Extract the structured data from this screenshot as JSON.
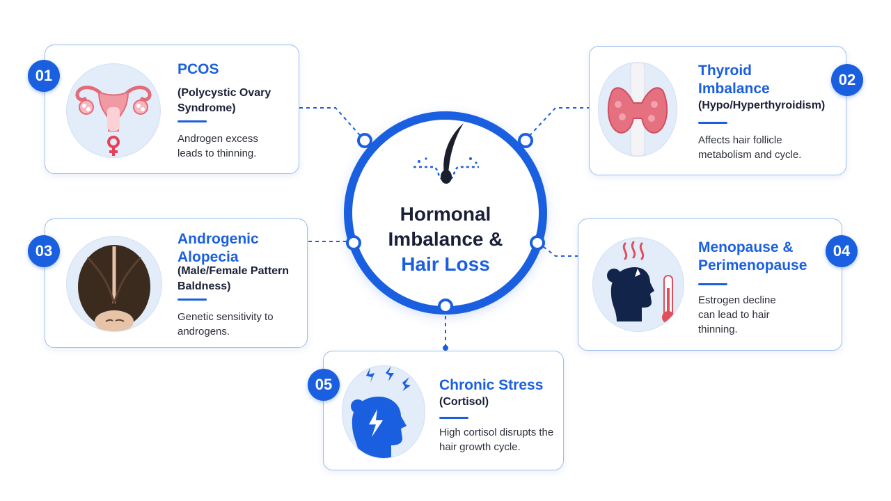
{
  "center": {
    "line1": "Hormonal",
    "line2": "Imbalance &",
    "line3": "Hair Loss",
    "icon": "hair-follicle-icon"
  },
  "colors": {
    "accent": "#1a5fe0",
    "card_border": "#9dbcf0",
    "illustration_bg": "#e3ecf9",
    "text": "#1a1f36"
  },
  "items": [
    {
      "number": "01",
      "title": "PCOS",
      "subtitle": "(Polycystic Ovary Syndrome)",
      "description": "Androgen excess leads to thinning.",
      "icon": "uterus-ovaries-icon"
    },
    {
      "number": "02",
      "title": "Thyroid Imbalance",
      "subtitle": "(Hypo/Hyperthyroidism)",
      "description": "Affects hair follicle metabolism and cycle.",
      "icon": "thyroid-gland-icon"
    },
    {
      "number": "03",
      "title": "Androgenic Alopecia",
      "subtitle": "(Male/Female Pattern Baldness)",
      "description": "Genetic sensitivity to androgens.",
      "icon": "thinning-hair-scalp-icon"
    },
    {
      "number": "04",
      "title": "Menopause & Perimenopause",
      "subtitle": "",
      "description": "Estrogen decline can lead to hair thinning.",
      "icon": "hot-flash-thermometer-icon"
    },
    {
      "number": "05",
      "title": "Chronic Stress",
      "subtitle": "(Cortisol)",
      "description": "High cortisol disrupts the hair growth cycle.",
      "icon": "stress-head-lightning-icon"
    }
  ]
}
